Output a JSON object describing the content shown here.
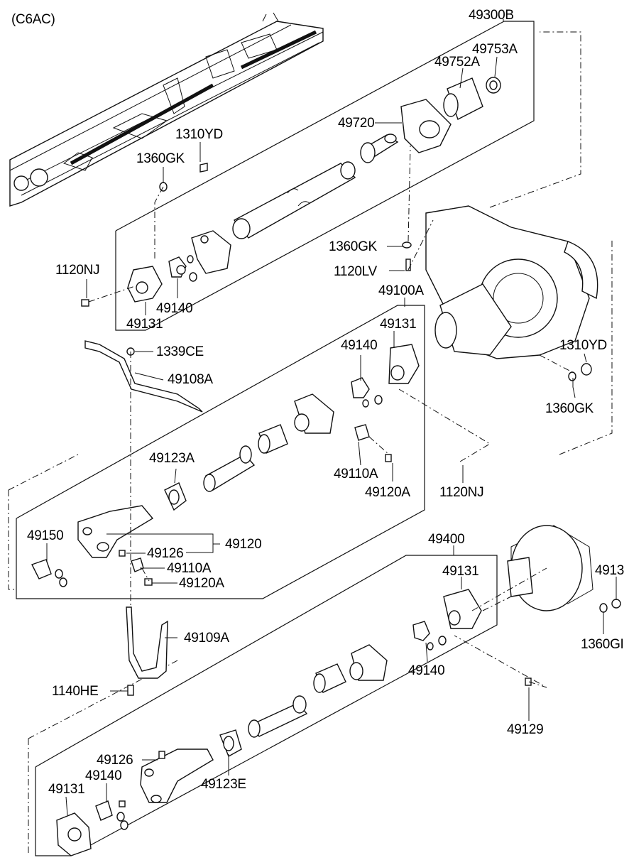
{
  "model_code": "(C6AC)",
  "labels": {
    "a49300B": "49300B",
    "a49753A": "49753A",
    "a49752A": "49752A",
    "a49720": "49720",
    "a1310YD_top": "1310YD",
    "a1360GK_top": "1360GK",
    "a1360GK_mid": "1360GK",
    "a1120LV": "1120LV",
    "a1120NJ_top": "1120NJ",
    "a49140_top": "49140",
    "a49131_top": "49131",
    "a49100A": "49100A",
    "a49131_mid": "49131",
    "a49140_mid": "49140",
    "a1339CE": "1339CE",
    "a49108A": "49108A",
    "a1310YD_right": "1310YD",
    "a1360GK_right": "1360GK",
    "a49123A": "49123A",
    "a49110A_mid": "49110A",
    "a49120A_mid": "49120A",
    "a1120NJ_mid": "1120NJ",
    "a49150": "49150",
    "a49126_mid": "49126",
    "a49120": "49120",
    "a49110A_low": "49110A",
    "a49120A_low": "49120A",
    "a49400": "49400",
    "a49131_low": "49131",
    "a4913_cut": "4913",
    "a1360GI_cut": "1360GI",
    "a49109A": "49109A",
    "a49140_low": "49140",
    "a1140HE": "1140HE",
    "a49129": "49129",
    "a49126_low": "49126",
    "a49140_bot": "49140",
    "a49123E": "49123E",
    "a49131_bot": "49131"
  }
}
